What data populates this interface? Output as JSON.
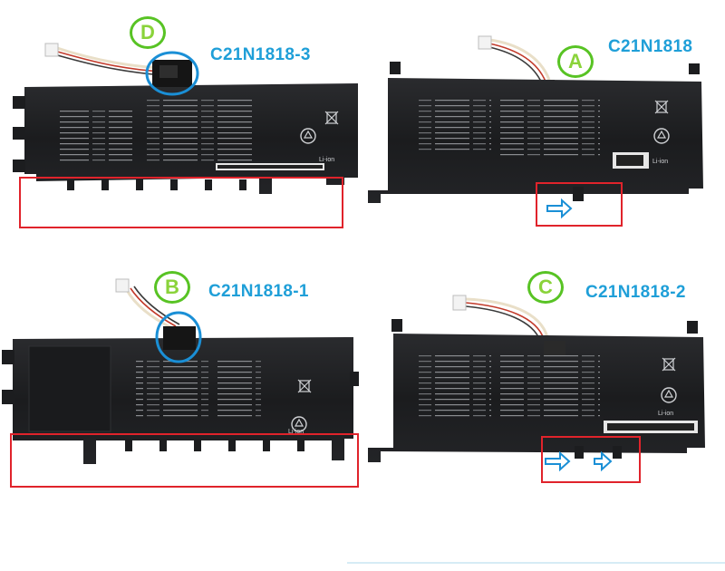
{
  "panels": [
    {
      "id": "top-left",
      "badge": "D",
      "model": "C21N1818-3"
    },
    {
      "id": "top-right",
      "badge": "A",
      "model": "C21N1818"
    },
    {
      "id": "bottom-left",
      "badge": "B",
      "model": "C21N1818-1"
    },
    {
      "id": "bottom-right",
      "badge": "C",
      "model": "C21N1818-2"
    }
  ],
  "colors": {
    "label_blue": "#1f9fd8",
    "badge_green": "#58c324",
    "badge_letter": "#8ad33a",
    "highlight_red": "#e0232b",
    "highlight_blue": "#1a8fd6",
    "battery_body": "#1c1d1f"
  },
  "battery_labels": [
    "Li-ion"
  ]
}
